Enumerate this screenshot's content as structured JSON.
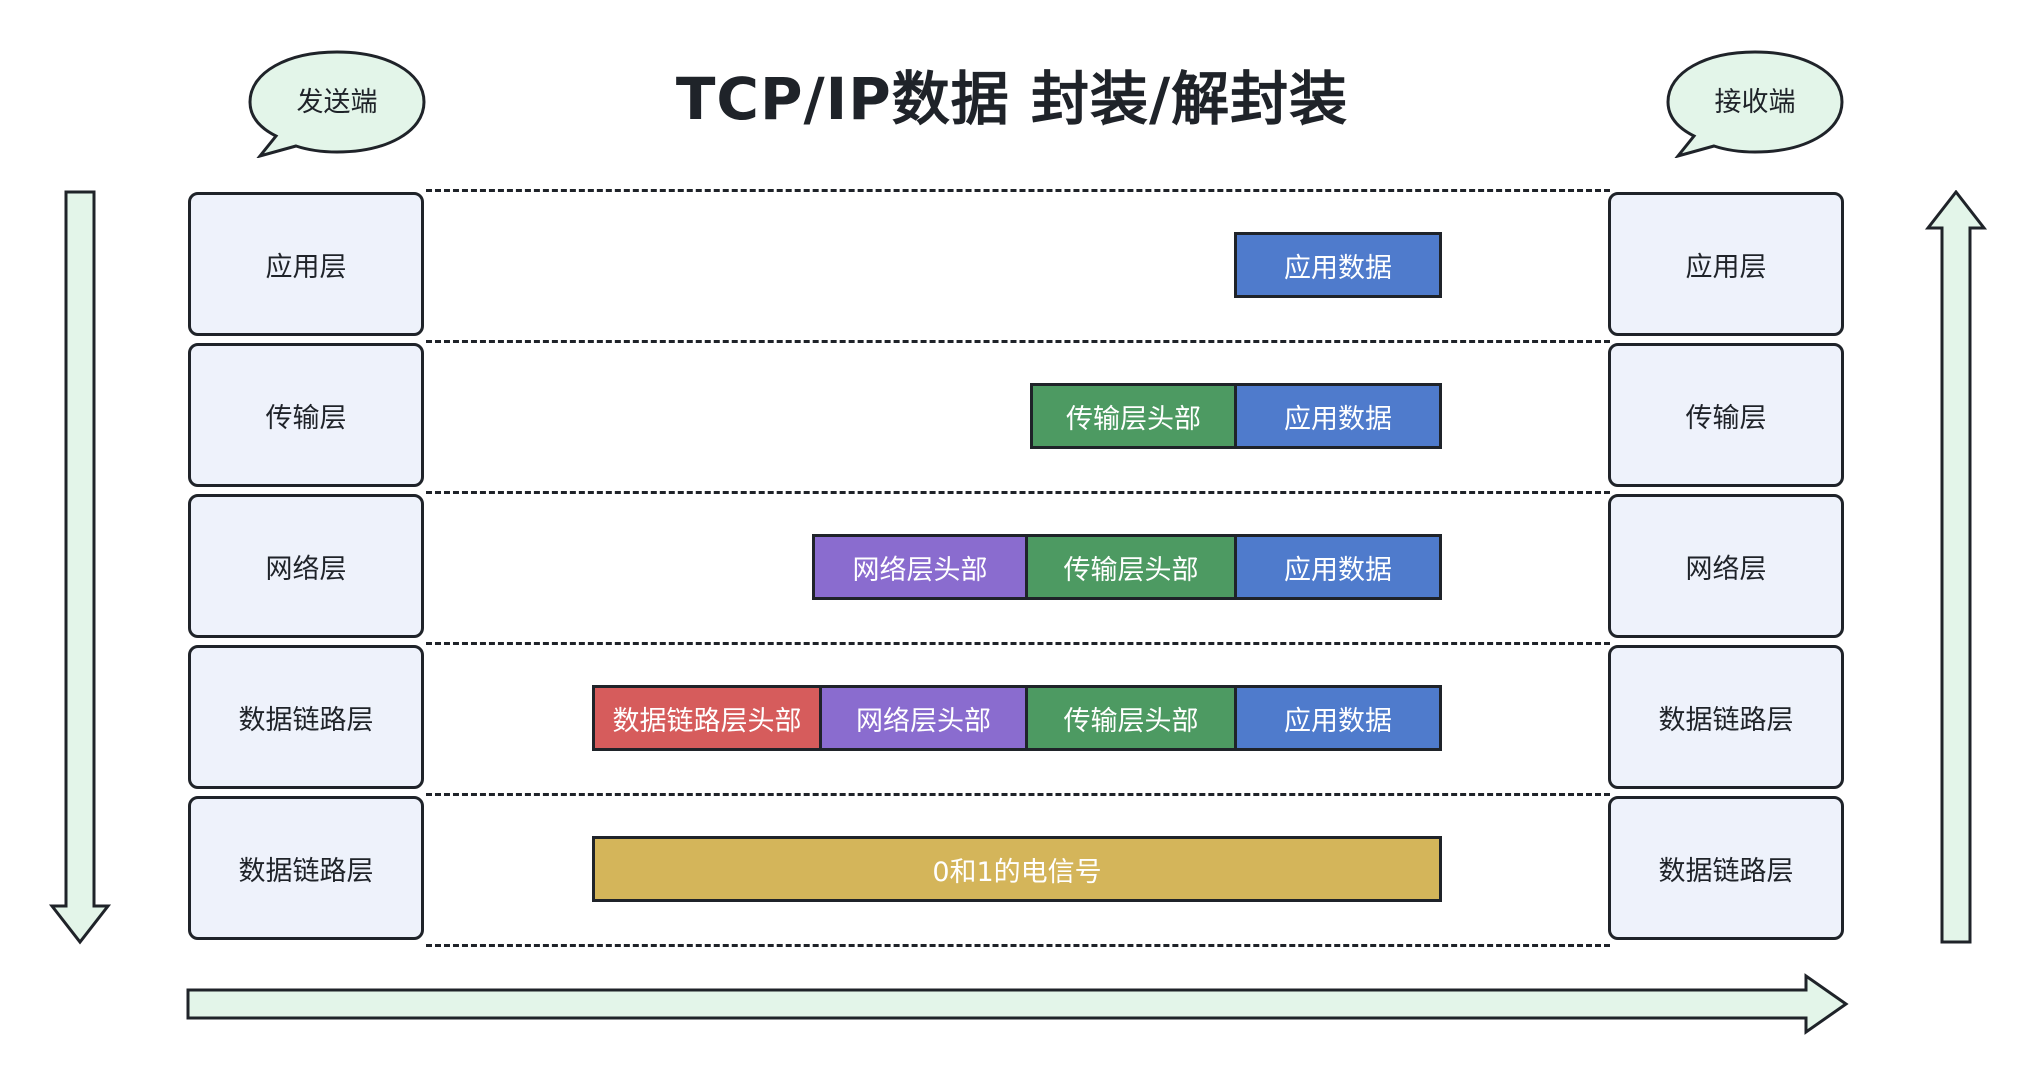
{
  "title": "TCP/IP数据 封装/解封装",
  "sender_label": "发送端",
  "receiver_label": "接收端",
  "left_layers": [
    "应用层",
    "传输层",
    "网络层",
    "数据链路层",
    "数据链路层"
  ],
  "right_layers": [
    "应用层",
    "传输层",
    "网络层",
    "数据链路层",
    "数据链路层"
  ],
  "packets": {
    "row1": [
      "应用数据"
    ],
    "row2": [
      "传输层头部",
      "应用数据"
    ],
    "row3": [
      "网络层头部",
      "传输层头部",
      "应用数据"
    ],
    "row4": [
      "数据链路层头部",
      "网络层头部",
      "传输层头部",
      "应用数据"
    ],
    "row5": [
      "0和1的电信号"
    ]
  },
  "colors": {
    "app_data": "#4f7bcc",
    "transport_header": "#4d9a62",
    "network_header": "#8a6ccf",
    "link_header": "#d65c5c",
    "signal": "#d4b55a",
    "layer_box": "#eef2fb",
    "bubble_and_arrows": "#e3f5e9"
  }
}
